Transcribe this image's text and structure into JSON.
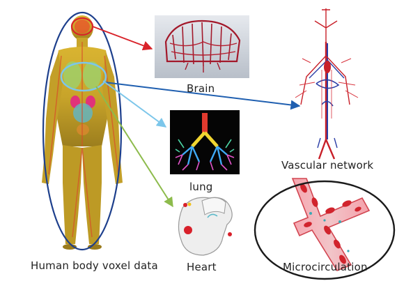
{
  "labels": {
    "body": "Human body voxel data",
    "brain": "Brain",
    "lung": "lung",
    "heart": "Heart",
    "vascular": "Vascular network",
    "micro": "Microcirculation"
  },
  "colors": {
    "brain_arrow": "#d9232a",
    "vascular_arrow": "#1f5fb0",
    "lung_arrow": "#7cc6ea",
    "heart_arrow": "#8dbb4c",
    "body_outline": "#1d3f8c",
    "micro_outline": "#1a1a1a"
  },
  "icons": {
    "body": "human-body-voxel-image",
    "brain": "brain-vessel-image",
    "lung": "lung-airway-image",
    "heart": "heart-image",
    "vascular": "vascular-network-image",
    "micro": "blood-vessel-cells-image"
  }
}
